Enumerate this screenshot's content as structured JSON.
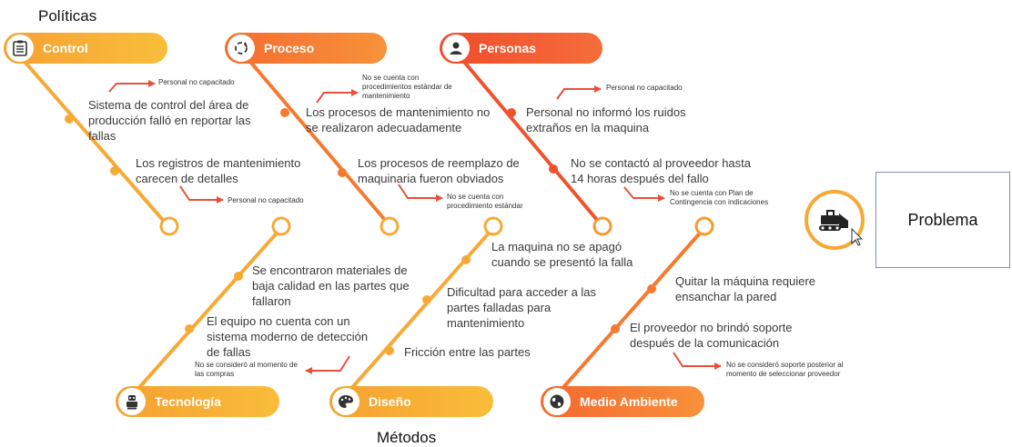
{
  "labels": {
    "politicas": "Políticas",
    "metodos": "Métodos",
    "problema": "Problema"
  },
  "categories": {
    "control": "Control",
    "proceso": "Proceso",
    "personas": "Personas",
    "tecnologia": "Tecnología",
    "diseno": "Diseño",
    "medio_ambiente": "Medio Ambiente"
  },
  "causes": {
    "control_1": "Sistema de control del área de producción falló en reportar las fallas",
    "control_2": "Los registros de mantenimiento carecen de detalles",
    "proceso_1": "Los procesos de mantenimiento no se realizaron adecuadamente",
    "proceso_2": "Los procesos de reemplazo de maquinaria fueron obviados",
    "personas_1": "Personal no informó los ruidos extraños en la maquina",
    "personas_2": "No se contactó al proveedor hasta 14 horas después del fallo",
    "tecnologia_1": "Se encontraron materiales de baja calidad en las partes que fallaron",
    "tecnologia_2": "El equipo no cuenta con un sistema moderno de detección de fallas",
    "diseno_1": "La maquina no se apagó cuando se presentó la falla",
    "diseno_2": "Dificultad para acceder a las partes falladas para mantenimiento",
    "diseno_3": "Fricción entre las partes",
    "ambiente_1": "Quitar la máquina requiere ensanchar la pared",
    "ambiente_2": "El proveedor no brindó soporte después de la comunicación"
  },
  "notes": {
    "control_1": "Personal no capacitado",
    "control_2": "Personal no capacitado",
    "proceso_1": "No se cuenta con procedimientos estándar de mantenimiento",
    "proceso_2": "No se cuenta con procedimiento estándar",
    "personas_1": "Personal no capacitado",
    "personas_2": "No se cuenta con Plan de Contingencia con indicaciones",
    "tecnologia_2": "No se consideró al momento de las compras",
    "ambiente_2": "No se consideró soporte posterior al momento de seleccionar proveedor"
  },
  "colors": {
    "orange_light": "#f7a935",
    "orange_mid": "#f57a30",
    "orange_red": "#f0522d",
    "note_arrow": "#e8503a",
    "problem_border": "#7f8fb0"
  },
  "icons": {
    "control": "clipboard-icon",
    "proceso": "cycle-icon",
    "personas": "person-icon",
    "tecnologia": "robot-icon",
    "diseno": "palette-icon",
    "medio_ambiente": "globe-icon",
    "problema": "bulldozer-icon"
  }
}
